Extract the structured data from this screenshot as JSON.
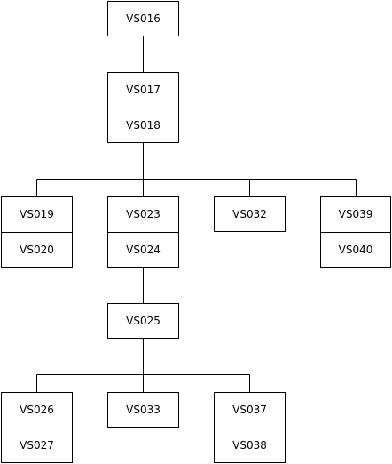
{
  "tree": {
    "nodes": [
      {
        "id": "n1",
        "labels": [
          "VS016"
        ]
      },
      {
        "id": "n2",
        "labels": [
          "VS017",
          "VS018"
        ]
      },
      {
        "id": "n3",
        "labels": [
          "VS019",
          "VS020"
        ]
      },
      {
        "id": "n4",
        "labels": [
          "VS023",
          "VS024"
        ]
      },
      {
        "id": "n5",
        "labels": [
          "VS032"
        ]
      },
      {
        "id": "n6",
        "labels": [
          "VS039",
          "VS040"
        ]
      },
      {
        "id": "n7",
        "labels": [
          "VS025"
        ]
      },
      {
        "id": "n8",
        "labels": [
          "VS026",
          "VS027"
        ]
      },
      {
        "id": "n9",
        "labels": [
          "VS033"
        ]
      },
      {
        "id": "n10",
        "labels": [
          "VS037",
          "VS038"
        ]
      }
    ],
    "edges": [
      [
        "n1",
        "n2"
      ],
      [
        "n2",
        "n3"
      ],
      [
        "n2",
        "n4"
      ],
      [
        "n2",
        "n5"
      ],
      [
        "n2",
        "n6"
      ],
      [
        "n4",
        "n7"
      ],
      [
        "n7",
        "n8"
      ],
      [
        "n7",
        "n9"
      ],
      [
        "n7",
        "n10"
      ]
    ]
  }
}
